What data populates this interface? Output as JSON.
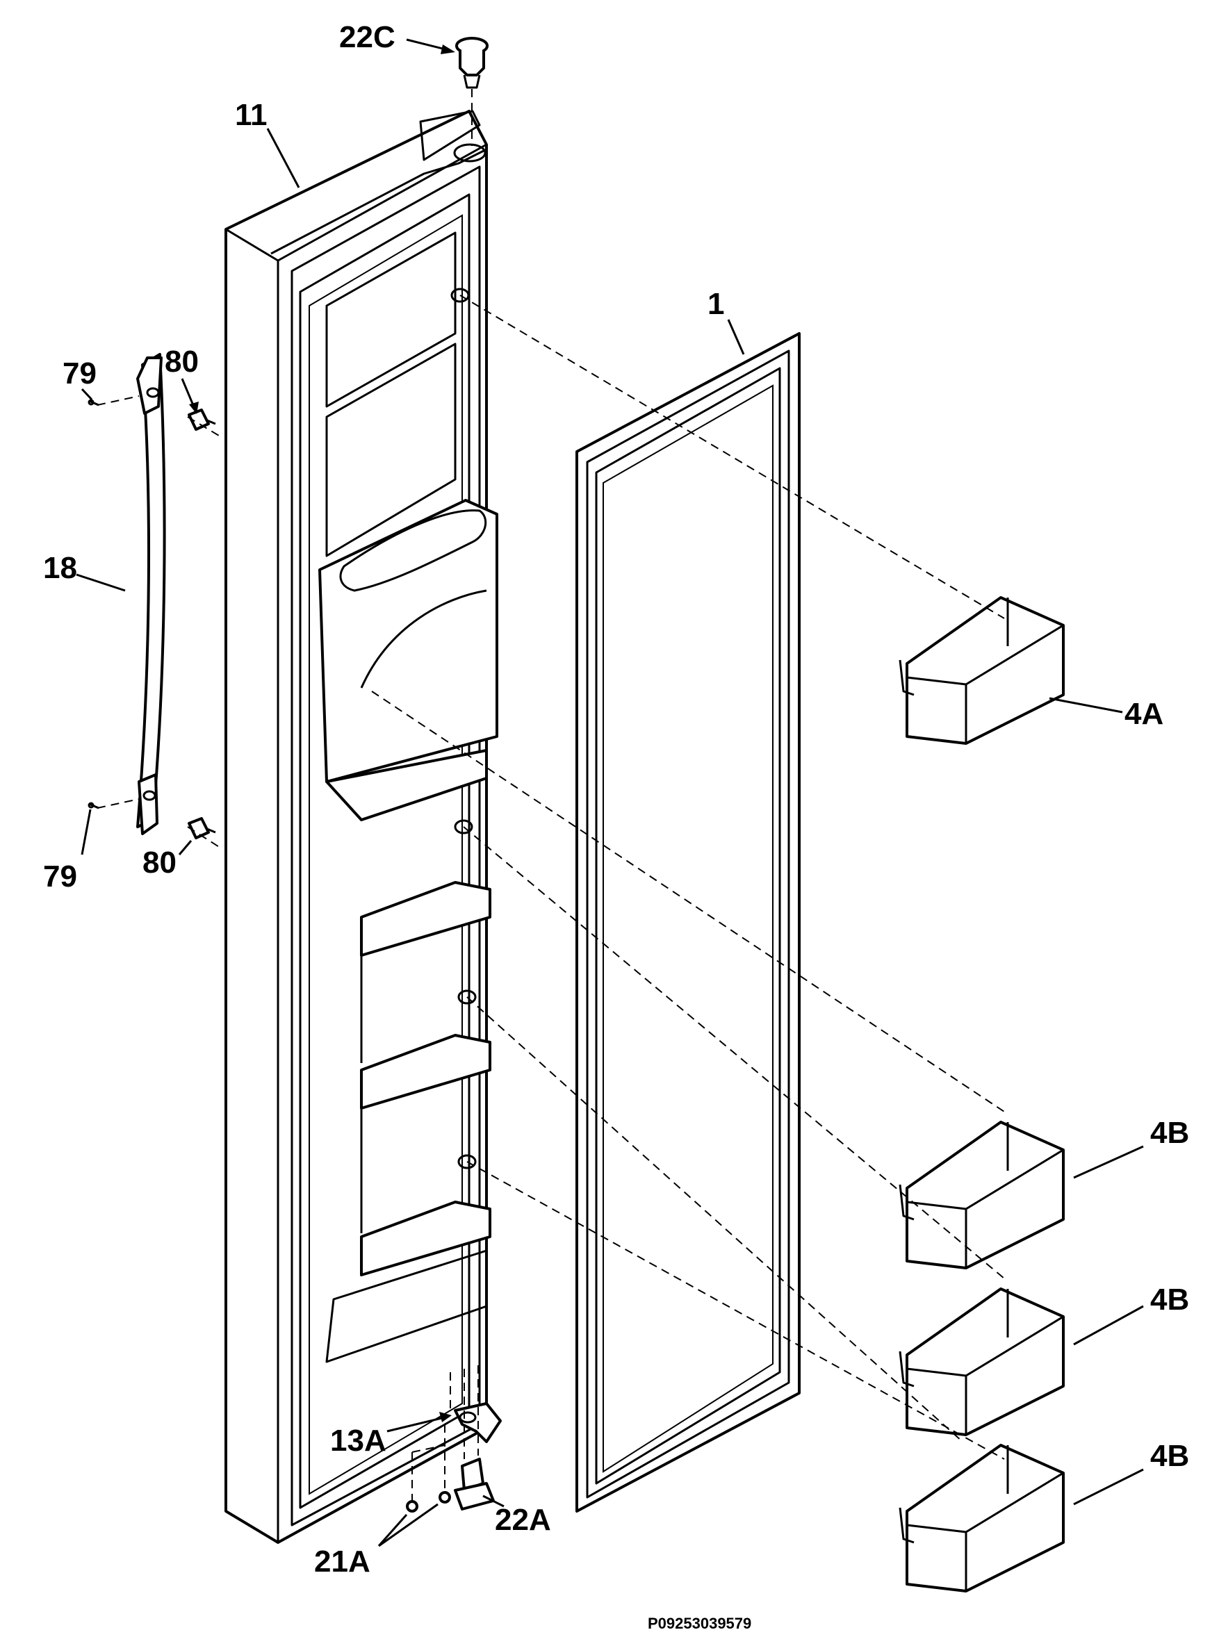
{
  "diagram": {
    "callouts": {
      "c22C": "22C",
      "c11": "11",
      "c1": "1",
      "c79_top": "79",
      "c80_top": "80",
      "c18": "18",
      "c79_bot": "79",
      "c80_bot": "80",
      "c4A": "4A",
      "c4B_1": "4B",
      "c4B_2": "4B",
      "c4B_3": "4B",
      "c13A": "13A",
      "c22A": "22A",
      "c21A": "21A"
    },
    "drawing_reference": "P09253039579"
  }
}
